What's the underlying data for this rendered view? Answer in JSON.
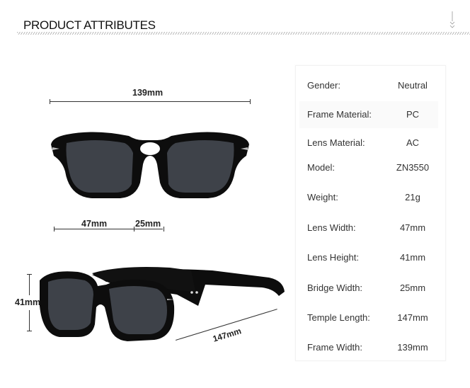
{
  "header": {
    "title": "PRODUCT ATTRIBUTES",
    "scroll_icon": "double-chevron-down-icon"
  },
  "dimensions": {
    "frame_width": "139mm",
    "lens_width": "47mm",
    "bridge_width": "25mm",
    "lens_height": "41mm",
    "temple_length": "147mm"
  },
  "attributes": [
    {
      "label": "Gender:",
      "value": "Neutral"
    },
    {
      "label": "Frame Material:",
      "value": "PC"
    },
    {
      "label": "Lens Material:",
      "value": "AC"
    },
    {
      "label": "Model:",
      "value": "ZN3550"
    },
    {
      "label": "Weight:",
      "value": "21g"
    },
    {
      "label": "Lens Width:",
      "value": "47mm"
    },
    {
      "label": "Lens Height:",
      "value": "41mm"
    },
    {
      "label": "Bridge Width:",
      "value": "25mm"
    },
    {
      "label": "Temple Length:",
      "value": "147mm"
    },
    {
      "label": "Frame Width:",
      "value": "139mm"
    }
  ],
  "colors": {
    "frame": "#0d0d0d",
    "lens": "#3e4249",
    "text": "#333333"
  }
}
